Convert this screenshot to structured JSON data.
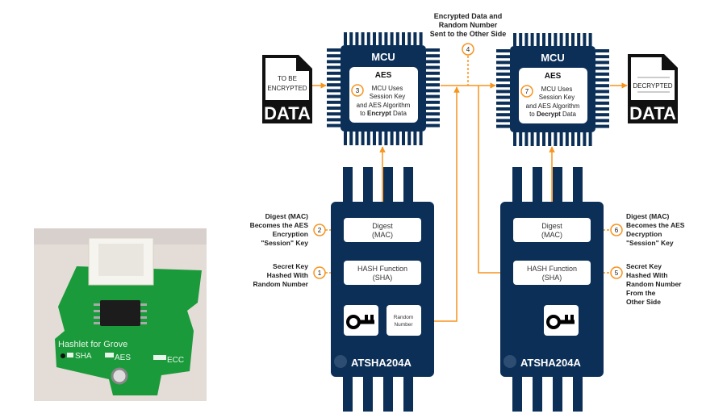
{
  "colors": {
    "navy": "#0b2f57",
    "orange": "#f7941d",
    "board_green": "#1a9a3a"
  },
  "photo": {
    "board_title": "Hashlet for Grove",
    "options": [
      "SHA",
      "AES",
      "ECC"
    ]
  },
  "sender": {
    "input_file": {
      "label": "TO BE ENCRYPTED",
      "line1": "TO BE",
      "line2": "ENCRYPTED",
      "big": "DATA"
    },
    "mcu": {
      "title": "MCU",
      "sub": "AES",
      "step": "3",
      "line1": "MCU Uses",
      "line2": "Session Key",
      "line3": "and AES Algorithm",
      "line4_pre": "to ",
      "line4_bold": "Encrypt",
      "line4_post": " Data"
    },
    "chip": {
      "name": "ATSHA204A",
      "digest_l1": "Digest",
      "digest_l2": "(MAC)",
      "hash_l1": "HASH Function",
      "hash_l2": "(SHA)",
      "random_l1": "Random",
      "random_l2": "Number",
      "key_icon": "key-icon"
    },
    "step2": {
      "num": "2",
      "l1": "Digest (MAC)",
      "l2": "Becomes the AES",
      "l3": "Encryption",
      "l4": "\"Session\" Key"
    },
    "step1": {
      "num": "1",
      "l1": "Secret Key",
      "l2": "Hashed With",
      "l3": "Random Number"
    }
  },
  "transfer": {
    "num": "4",
    "l1": "Encrypted Data and",
    "l2": "Random Number",
    "l3": "Sent to the Other Side"
  },
  "receiver": {
    "output_file": {
      "label": "DECRYPTED",
      "big": "DATA"
    },
    "mcu": {
      "title": "MCU",
      "sub": "AES",
      "step": "7",
      "line1": "MCU Uses",
      "line2": "Session Key",
      "line3": "and AES Algorithm",
      "line4_pre": "to ",
      "line4_bold": "Decrypt",
      "line4_post": " Data"
    },
    "chip": {
      "name": "ATSHA204A",
      "digest_l1": "Digest",
      "digest_l2": "(MAC)",
      "hash_l1": "HASH Function",
      "hash_l2": "(SHA)",
      "key_icon": "key-icon"
    },
    "step6": {
      "num": "6",
      "l1": "Digest (MAC)",
      "l2": "Becomes the AES",
      "l3": "Decryption",
      "l4": "\"Session\" Key"
    },
    "step5": {
      "num": "5",
      "l1": "Secret Key",
      "l2": "Hashed With",
      "l3": "Random Number",
      "l4": "From the",
      "l5": "Other Side"
    }
  }
}
